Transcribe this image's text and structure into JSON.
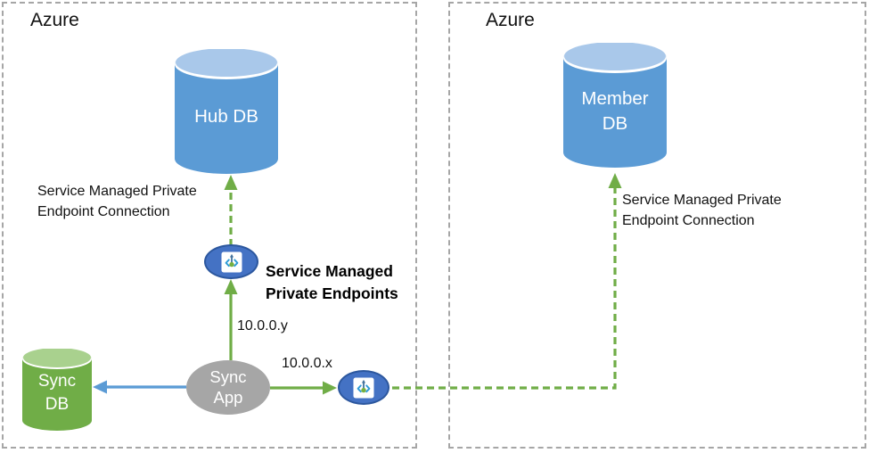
{
  "regions": {
    "left": {
      "label": "Azure"
    },
    "right": {
      "label": "Azure"
    }
  },
  "nodes": {
    "hub_db": {
      "label": "Hub DB"
    },
    "member_db": {
      "label": "Member\nDB"
    },
    "sync_db": {
      "label": "Sync\nDB"
    },
    "sync_app": {
      "label": "Sync\nApp"
    }
  },
  "labels": {
    "left_connection": "Service Managed Private\nEndpoint Connection",
    "right_connection": "Service Managed Private\nEndpoint Connection",
    "endpoints_title": "Service Managed\nPrivate Endpoints",
    "ip_y": "10.0.0.y",
    "ip_x": "10.0.0.x"
  },
  "icons": {
    "endpoint": "private-endpoint-icon",
    "database": "database-cylinder-icon"
  },
  "colors": {
    "db_blue": "#5B9BD5",
    "db_blue_top": "#A9C8EA",
    "green": "#70AD47",
    "green_top": "#A9D18E",
    "gray": "#A6A6A6",
    "endpoint_fill": "#4472C4",
    "endpoint_border": "#2C579E",
    "arrow_blue": "#5B9BD5",
    "glyph_bracket_blue": "#2E9BD6",
    "glyph_stem_blue": "#41719C",
    "glyph_dot_green": "#76B041"
  }
}
